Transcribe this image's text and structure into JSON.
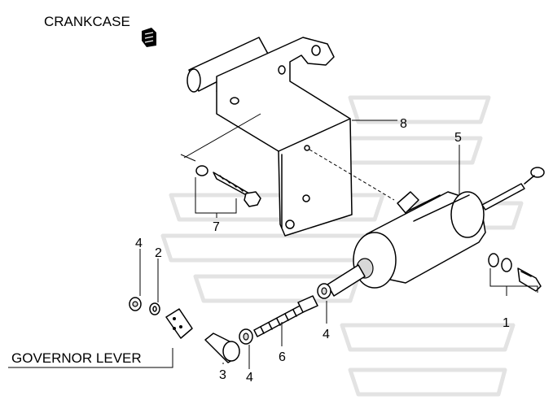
{
  "labels": {
    "crankcase": "CRANKCASE",
    "governor_lever": "GOVERNOR LEVER"
  },
  "callouts": {
    "c1": "1",
    "c2": "2",
    "c3": "3",
    "c4_left": "4",
    "c4_mid": "4",
    "c4_bottom": "4",
    "c5": "5",
    "c6": "6",
    "c7": "7",
    "c8": "8"
  }
}
